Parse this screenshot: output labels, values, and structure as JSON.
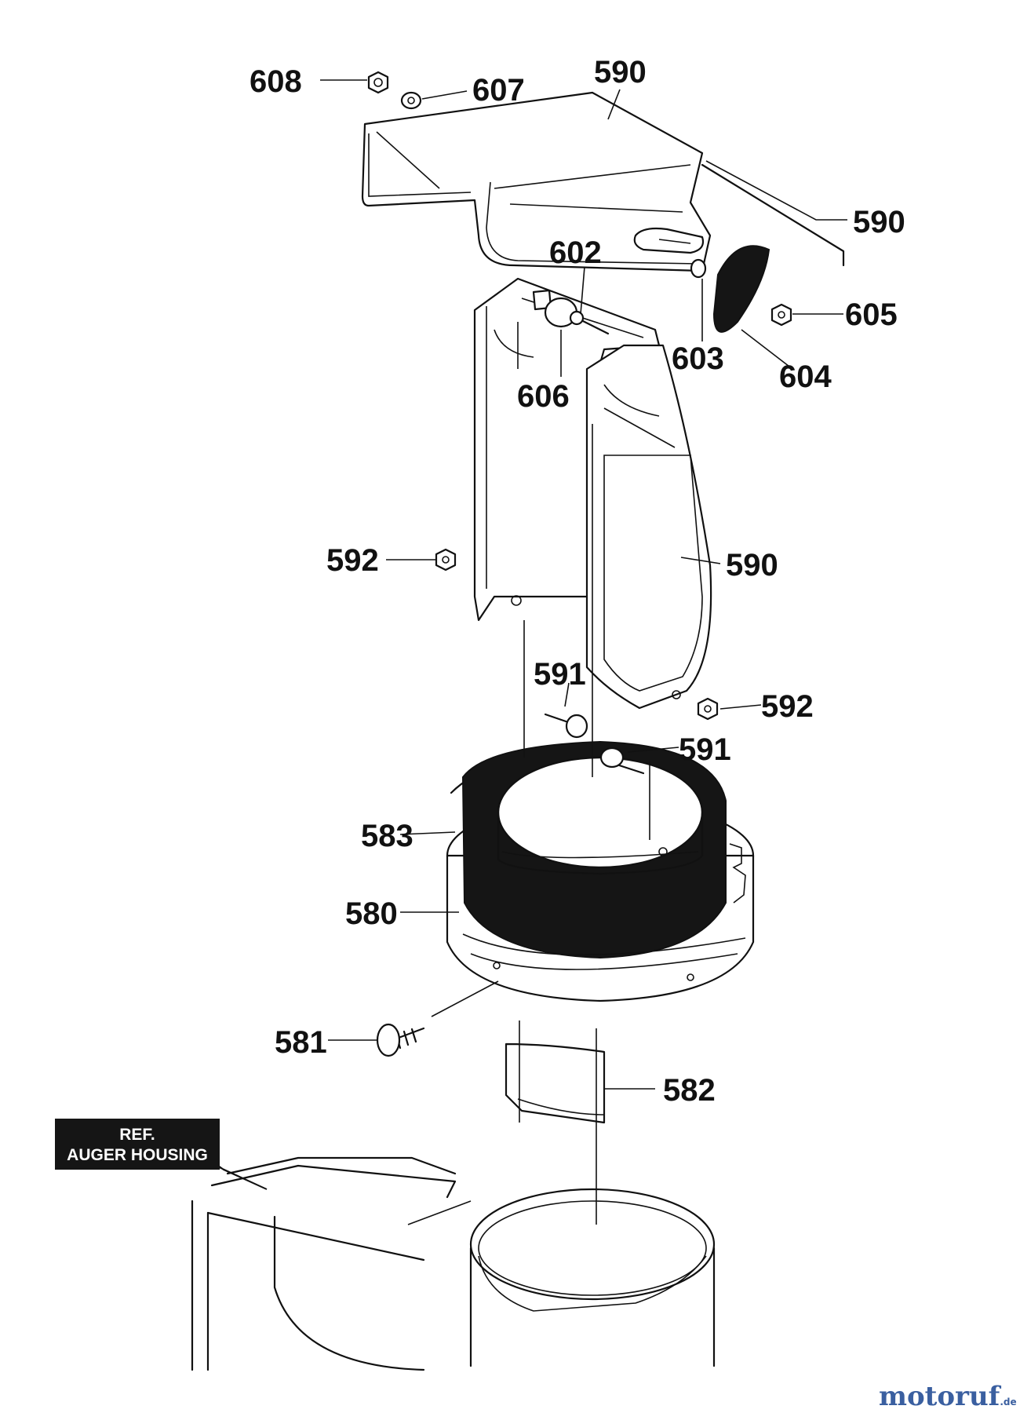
{
  "labels": {
    "p608": "608",
    "p607": "607",
    "p590_top": "590",
    "p590_rod": "590",
    "p602": "602",
    "p605": "605",
    "p603": "603",
    "p604": "604",
    "p606": "606",
    "p592_left": "592",
    "p590_mid": "590",
    "p591_a": "591",
    "p592_right": "592",
    "p591_b": "591",
    "p583": "583",
    "p580": "580",
    "p581": "581",
    "p582": "582"
  },
  "ref_box": {
    "line1": "REF.",
    "line2": "AUGER HOUSING"
  },
  "watermark": {
    "prefix": "motor",
    "suffix": "uf",
    "tld": ".de",
    "colors": {
      "prefix": "#3a5fa0",
      "accent": "#e07020"
    }
  }
}
